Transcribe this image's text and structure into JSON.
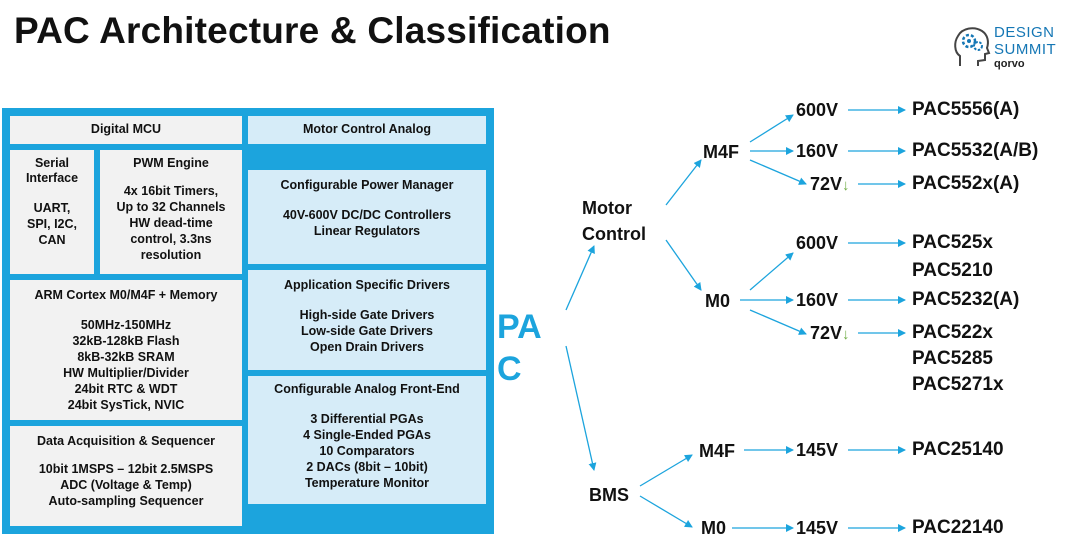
{
  "slide": {
    "title": "PAC Architecture & Classification",
    "logo": {
      "line1": "DESIGN",
      "line2": "SUMMIT",
      "line3": "qorvo"
    }
  },
  "blocks": {
    "digital_mcu": {
      "title": "Digital MCU"
    },
    "motor_control_analog": {
      "title": "Motor Control Analog"
    },
    "serial_interface": {
      "title": "Serial\nInterface",
      "body": "UART,\nSPI, I2C,\nCAN"
    },
    "pwm_engine": {
      "title": "PWM Engine",
      "body": "4x 16bit Timers,\nUp to 32 Channels\nHW dead-time\ncontrol, 3.3ns\nresolution"
    },
    "arm_cortex": {
      "title": "ARM Cortex M0/M4F + Memory",
      "body": "50MHz-150MHz\n32kB-128kB Flash\n8kB-32kB SRAM\nHW Multiplier/Divider\n24bit RTC & WDT\n24bit SysTick, NVIC"
    },
    "data_acquisition": {
      "title": "Data Acquisition & Sequencer",
      "body": "10bit 1MSPS – 12bit 2.5MSPS\nADC (Voltage & Temp)\nAuto-sampling Sequencer"
    },
    "power_manager": {
      "title": "Configurable Power Manager",
      "body": "40V-600V DC/DC Controllers\nLinear Regulators"
    },
    "app_drivers": {
      "title": "Application Specific Drivers",
      "body": "High-side Gate Drivers\nLow-side Gate Drivers\nOpen Drain Drivers"
    },
    "analog_front_end": {
      "title": "Configurable Analog Front-End",
      "body": "3 Differential PGAs\n4 Single-Ended PGAs\n10 Comparators\n2 DACs (8bit – 10bit)\nTemperature Monitor"
    }
  },
  "tree": {
    "root_line1": "PA",
    "root_line2": "C",
    "motor_control": "Motor\nControl",
    "bms": "BMS",
    "mc_m4f": "M4F",
    "mc_m0": "M0",
    "bms_m4f": "M4F",
    "bms_m0": "M0",
    "down_arrow_glyph": "↓",
    "voltages": {
      "m4f_600": "600V",
      "m4f_160": "160V",
      "m4f_72": "72V",
      "m0_600": "600V",
      "m0_160": "160V",
      "m0_72": "72V",
      "bms_m4f_145": "145V",
      "bms_m0_145": "145V"
    },
    "parts": {
      "m4f_600": "PAC5556(A)",
      "m4f_160": "PAC5532(A/B)",
      "m4f_72": "PAC552x(A)",
      "m0_600_a": "PAC525x",
      "m0_600_b": "PAC5210",
      "m0_160": "PAC5232(A)",
      "m0_72_a": "PAC522x",
      "m0_72_b": "PAC5285",
      "m0_72_c": "PAC5271x",
      "bms_m4f": "PAC25140",
      "bms_m0": "PAC22140"
    }
  },
  "colors": {
    "accent": "#1ca4dd",
    "box_grey": "#f2f2f2",
    "box_blue": "#d6ecf8",
    "arrow_green": "#70ad47"
  }
}
